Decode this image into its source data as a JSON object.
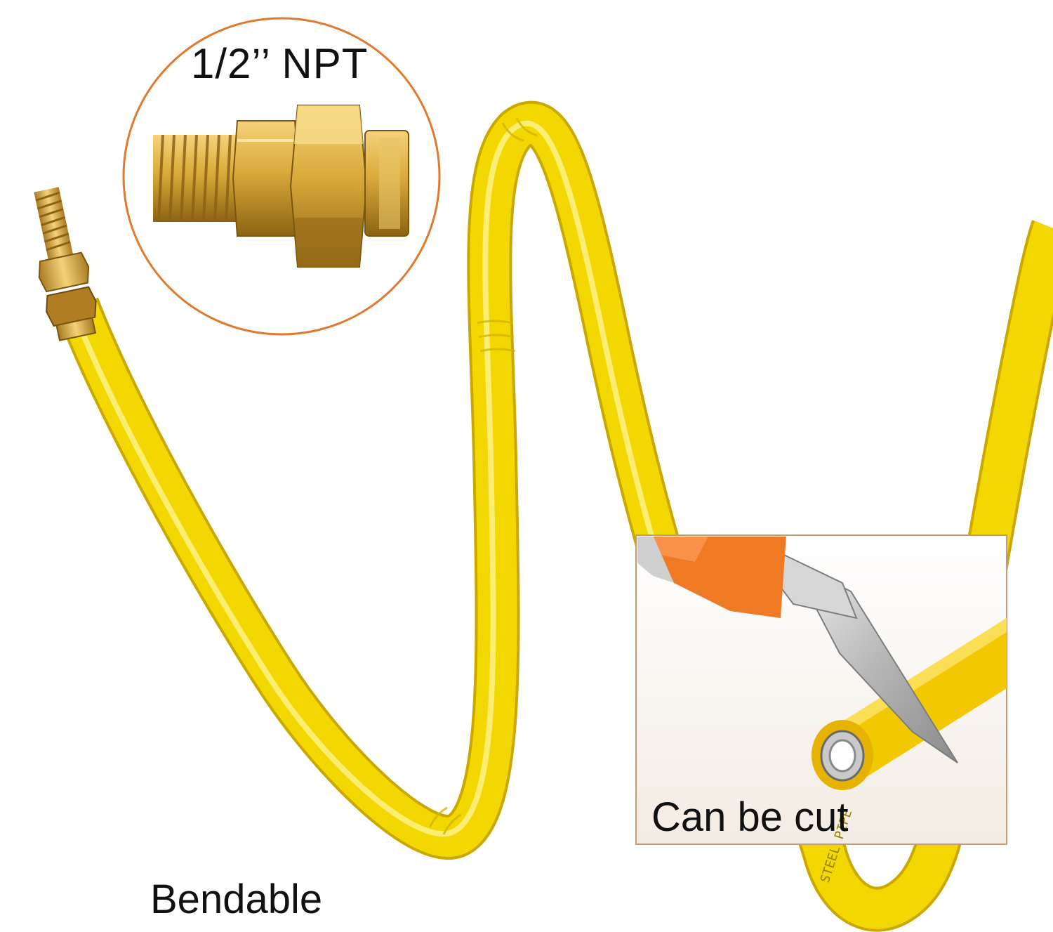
{
  "labels": {
    "fitting_size": "1/2’’ NPT",
    "bendable": "Bendable",
    "can_be_cut": "Can be cut"
  },
  "pipe_text": "STEEL PIPE",
  "colors": {
    "hose_yellow": "#f2d800",
    "brass": "#d9a93a",
    "callout_border": "#e07a2e",
    "knife_orange": "#f07a24",
    "background": "#ffffff"
  }
}
